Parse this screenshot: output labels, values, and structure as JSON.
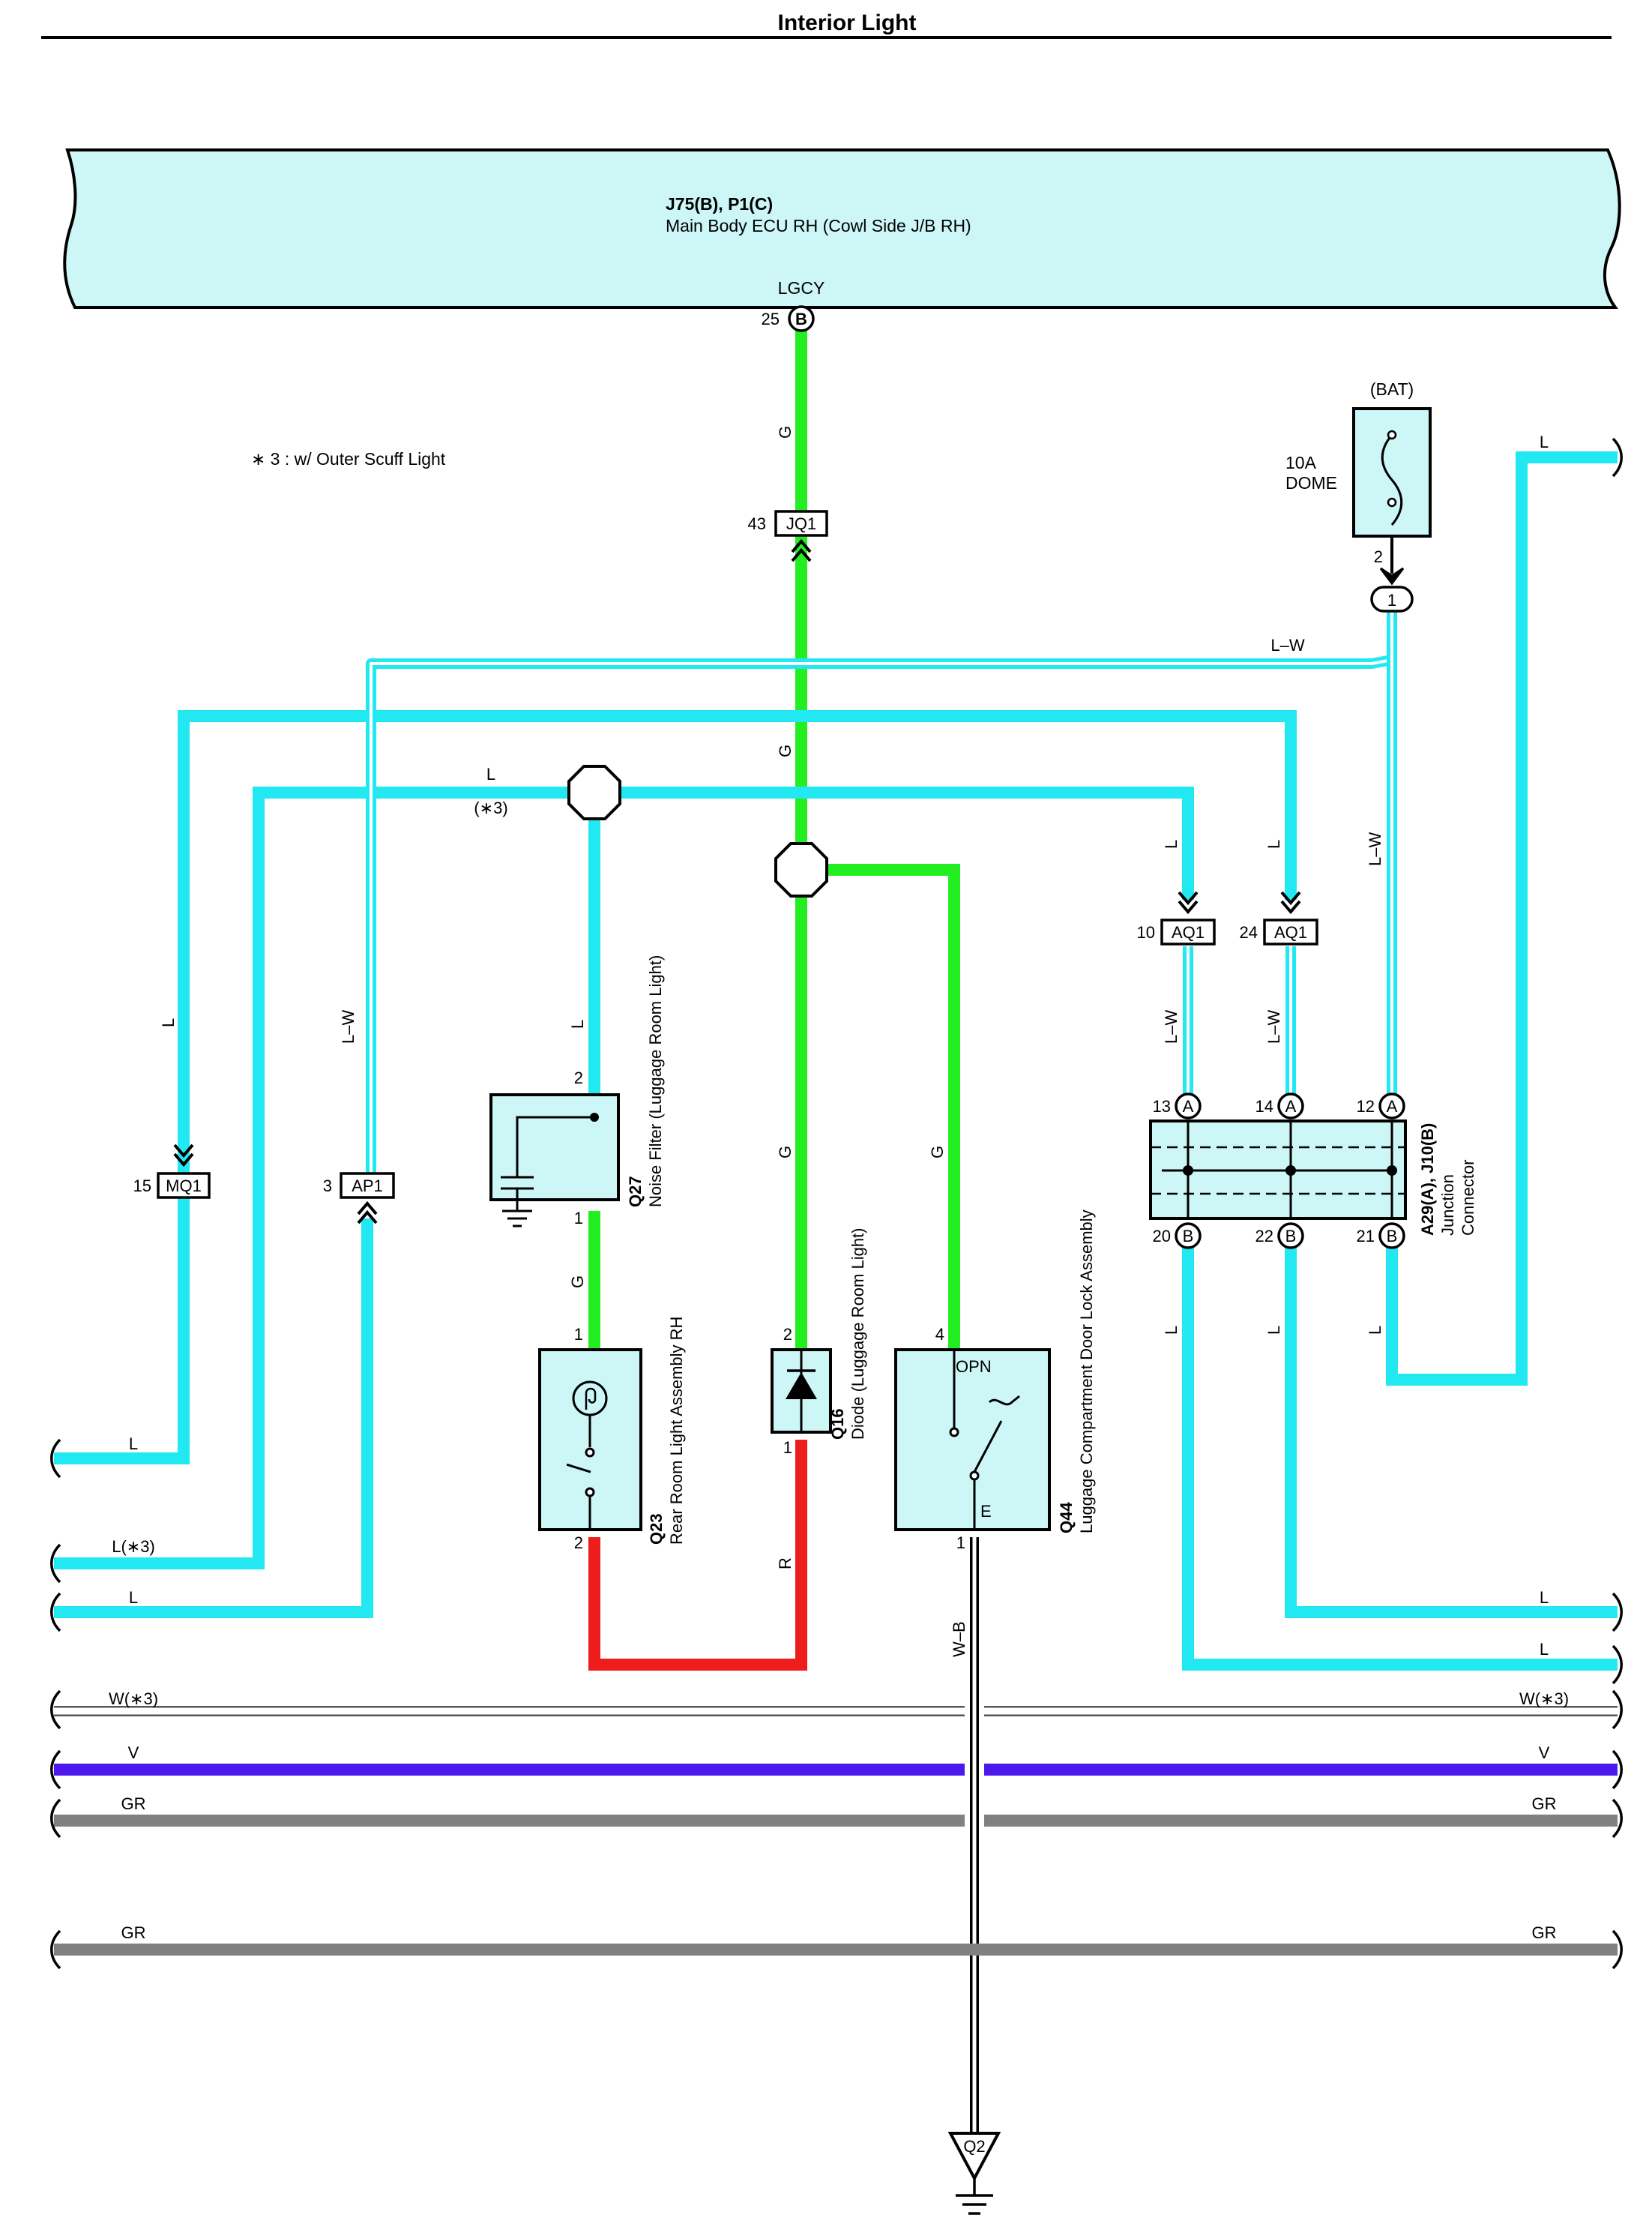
{
  "title": "Interior Light",
  "note": "∗ 3 : w/ Outer Scuff Light",
  "colors": {
    "L": "#22e8f2",
    "G": "#22ee22",
    "R": "#ee1d1d",
    "V": "#4b17ec",
    "GR": "#808080",
    "W": "#ffffff",
    "box_fill": "#cdf6f6"
  },
  "ecu": {
    "code": "J75(B), P1(C)",
    "name": "Main Body ECU RH (Cowl Side J/B RH)",
    "terminal_name": "LGCY",
    "pin": "25",
    "pin_connector": "B"
  },
  "fuse": {
    "source": "(BAT)",
    "rating": "10A",
    "name": "DOME",
    "pin": "2",
    "junction": "1"
  },
  "inline_connectors": {
    "jq1": {
      "pin": "43",
      "label": "JQ1"
    },
    "mq1": {
      "pin": "15",
      "label": "MQ1"
    },
    "ap1": {
      "pin": "3",
      "label": "AP1"
    },
    "aq1_10": {
      "pin": "10",
      "label": "AQ1"
    },
    "aq1_24": {
      "pin": "24",
      "label": "AQ1"
    }
  },
  "components": {
    "q27": {
      "code": "Q27",
      "name": "Noise Filter (Luggage Room Light)",
      "pin_top": "2",
      "pin_bottom": "1"
    },
    "q23": {
      "code": "Q23",
      "name": "Rear Room Light Assembly RH",
      "pin_top": "1",
      "pin_bottom": "2"
    },
    "q16": {
      "code": "Q16",
      "name": "Diode (Luggage Room Light)",
      "pin_top": "2",
      "pin_bottom": "1"
    },
    "q44": {
      "code": "Q44",
      "name": "Luggage Compartment Door Lock Assembly",
      "pin_top": "4",
      "pin_bottom": "1",
      "label_opn": "OPN",
      "label_e": "E"
    },
    "junction": {
      "code": "A29(A), J10(B)",
      "name_line1": "Junction",
      "name_line2": "Connector",
      "top_pins": [
        {
          "pin": "13",
          "conn": "A"
        },
        {
          "pin": "14",
          "conn": "A"
        },
        {
          "pin": "12",
          "conn": "A"
        }
      ],
      "bottom_pins": [
        {
          "pin": "20",
          "conn": "B"
        },
        {
          "pin": "22",
          "conn": "B"
        },
        {
          "pin": "21",
          "conn": "B"
        }
      ]
    },
    "ground": {
      "label": "Q2"
    }
  },
  "wire_labels": {
    "g_top": "G",
    "g_mid": "G",
    "lw_top": "L–W",
    "l_splice": "L",
    "l_splice_note": "(∗3)",
    "l_left": "L",
    "lw_left": "L–W",
    "l_q27": "L",
    "g_q27": "G",
    "g_q16": "G",
    "g_q44": "G",
    "r_q16": "R",
    "wb_q44": "W–B",
    "l_aq10": "L",
    "l_aq24": "L",
    "lw_aq10": "L–W",
    "lw_aq24": "L–W",
    "lw_right": "L–W",
    "l_j20": "L",
    "l_j22": "L",
    "l_j21": "L",
    "l_right_top": "L"
  },
  "edge_wires": {
    "left_l1": "L",
    "left_l3": "L(∗3)",
    "left_l2": "L",
    "right_l1": "L",
    "right_l2": "L",
    "w_left": "W(∗3)",
    "w_right": "W(∗3)",
    "v_left": "V",
    "v_right": "V",
    "gr1_left": "GR",
    "gr1_right": "GR",
    "gr2_left": "GR",
    "gr2_right": "GR"
  }
}
